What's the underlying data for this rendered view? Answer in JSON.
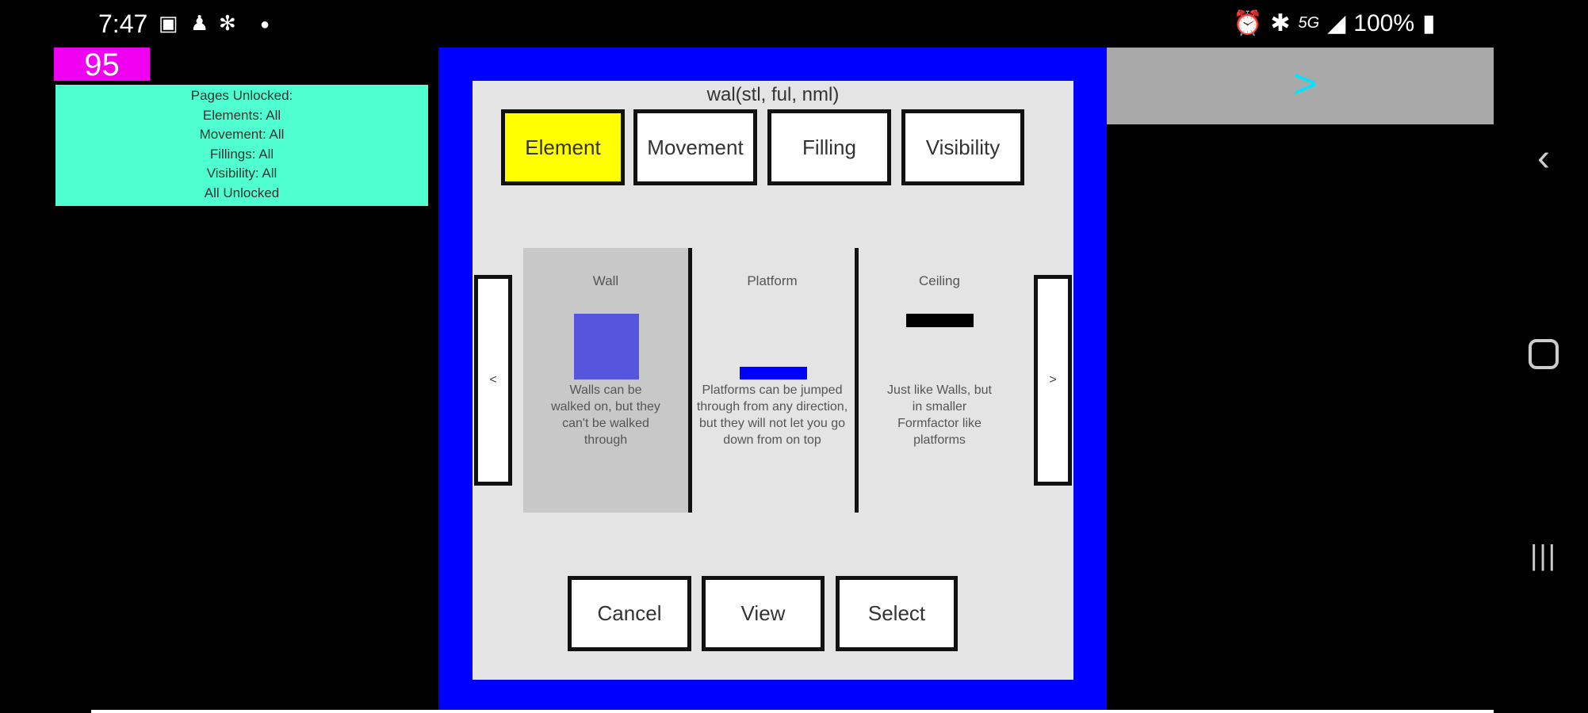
{
  "status_bar": {
    "time": "7:47",
    "battery": "100%",
    "network": "5G",
    "left_icons": [
      "image-icon",
      "notification-icon",
      "fan-icon",
      "dot-icon"
    ],
    "right_icons": [
      "alarm-icon",
      "bluetooth-icon",
      "5g-icon",
      "signal-icon",
      "battery-icon"
    ]
  },
  "score": "95",
  "unlock_panel": {
    "lines": [
      "Pages Unlocked:",
      "Elements: All",
      "Movement: All",
      "Fillings: All",
      "Visibility: All",
      "All Unlocked"
    ]
  },
  "dialog": {
    "title": "wal(stl, ful, nml)",
    "tabs": [
      {
        "label": "Element",
        "active": true
      },
      {
        "label": "Movement"
      },
      {
        "label": "Filling"
      },
      {
        "label": "Visibility"
      }
    ],
    "prev_label": "<",
    "next_label": ">",
    "items": [
      {
        "title": "Wall",
        "description": "Walls can be walked on, but they can't be walked through",
        "color": "#5555dd",
        "selected": true
      },
      {
        "title": "Platform",
        "description": "Platforms can be jumped through from any direction, but they will not let you go down from on top",
        "color": "#0000ff"
      },
      {
        "title": "Ceiling",
        "description": "Just like Walls, but in smaller Formfactor like platforms",
        "color": "#000000"
      }
    ],
    "buttons": {
      "cancel": "Cancel",
      "view": "View",
      "select": "Select"
    }
  },
  "next_page_label": ">",
  "colors": {
    "score_bg": "#f000f0",
    "unlock_bg": "#50ffd0",
    "frame": "#0000ff",
    "active_tab": "#ffff00",
    "arrow": "#00e5ff"
  }
}
